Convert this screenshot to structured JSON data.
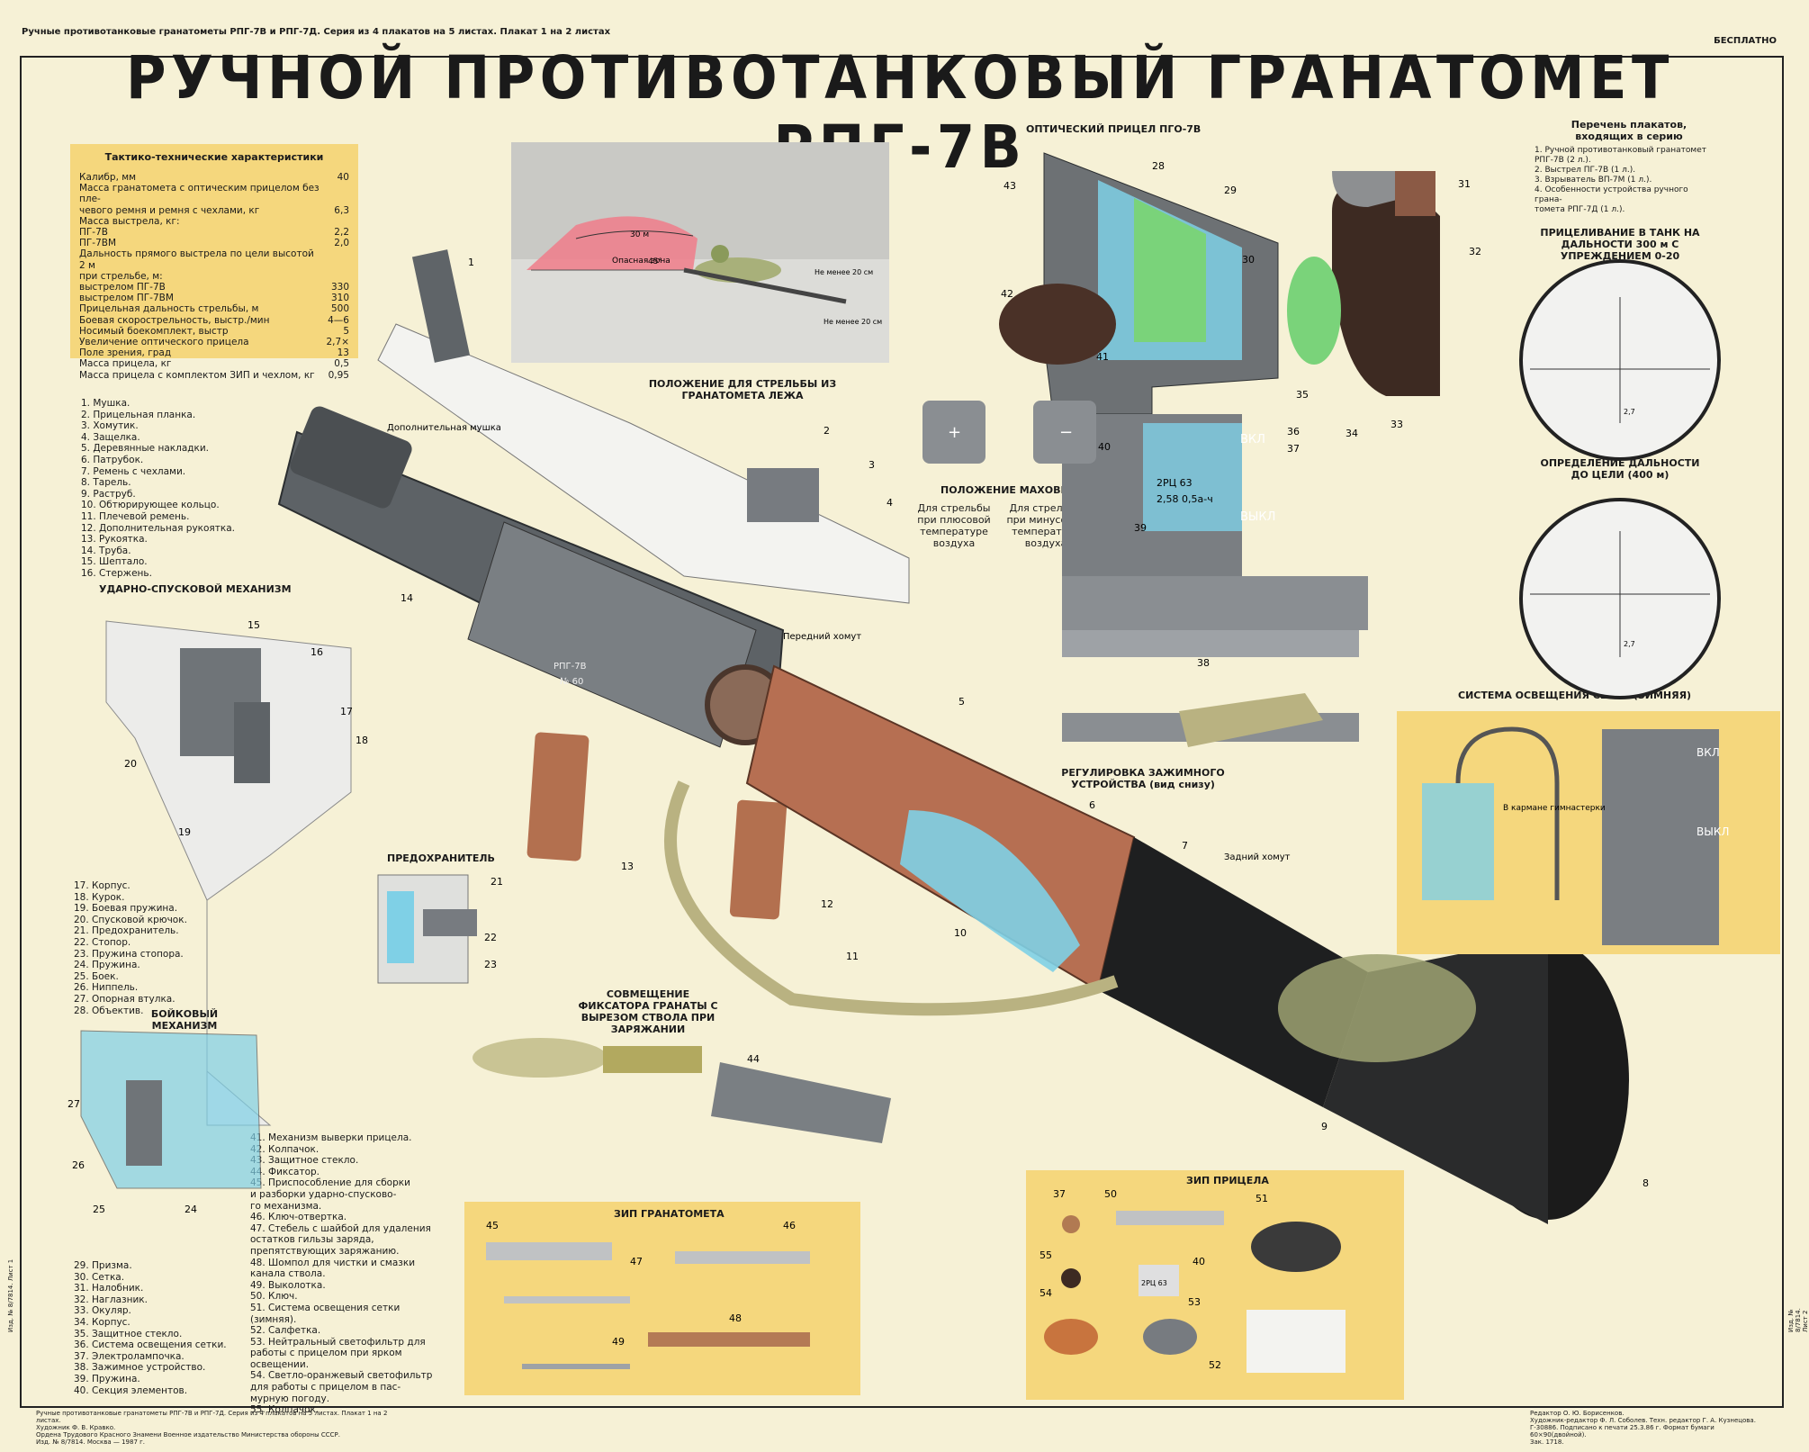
{
  "header": {
    "series": "Ручные противотанковые гранатометы РПГ-7В и РПГ-7Д. Серия из 4 плакатов на 5 листах. Плакат 1 на 2 листах",
    "price": "БЕСПЛАТНО",
    "title": "РУЧНОЙ ПРОТИВОТАНКОВЫЙ ГРАНАТОМЕТ РПГ-7В"
  },
  "specs": {
    "heading": "Тактико-технические характеристики",
    "rows": [
      {
        "label": "Калибр, мм",
        "value": "40"
      },
      {
        "label": "Масса гранатомета с оптическим прицелом без пле-",
        "value": ""
      },
      {
        "label": "чевого ремня и ремня с чехлами, кг",
        "value": "6,3"
      },
      {
        "label": "Масса выстрела, кг:",
        "value": ""
      },
      {
        "label": "ПГ-7В",
        "value": "2,2"
      },
      {
        "label": "ПГ-7ВМ",
        "value": "2,0"
      },
      {
        "label": "Дальность прямого выстрела по цели высотой 2 м",
        "value": ""
      },
      {
        "label": "при стрельбе, м:",
        "value": ""
      },
      {
        "label": "выстрелом ПГ-7В",
        "value": "330"
      },
      {
        "label": "выстрелом ПГ-7ВМ",
        "value": "310"
      },
      {
        "label": "Прицельная дальность стрельбы, м",
        "value": "500"
      },
      {
        "label": "Боевая скорострельность, выстр./мин",
        "value": "4—6"
      },
      {
        "label": "Носимый боекомплект, выстр",
        "value": "5"
      },
      {
        "label": "Увеличение оптического прицела",
        "value": "2,7×"
      },
      {
        "label": "Поле зрения, град",
        "value": "13"
      },
      {
        "label": "Масса прицела, кг",
        "value": "0,5"
      },
      {
        "label": "Масса прицела с комплектом ЗИП и чехлом, кг",
        "value": "0,95"
      }
    ]
  },
  "parts_a": [
    "1. Мушка.",
    "2. Прицельная планка.",
    "3. Хомутик.",
    "4. Защелка.",
    "5. Деревянные накладки.",
    "6. Патрубок.",
    "7. Ремень с чехлами.",
    "8. Тарель.",
    "9. Раструб.",
    "10. Обтюрирующее кольцо.",
    "11. Плечевой ремень.",
    "12. Дополнительная рукоятка.",
    "13. Рукоятка.",
    "14. Труба.",
    "15. Шептало.",
    "16. Стержень."
  ],
  "parts_b": [
    "17. Корпус.",
    "18. Курок.",
    "19. Боевая пружина.",
    "20. Спусковой крючок.",
    "21. Предохранитель.",
    "22. Стопор.",
    "23. Пружина стопора.",
    "24. Пружина.",
    "25. Боек.",
    "26. Ниппель.",
    "27. Опорная втулка.",
    "28. Объектив."
  ],
  "parts_c": [
    "29. Призма.",
    "30. Сетка.",
    "31. Налобник.",
    "32. Наглазник.",
    "33. Окуляр.",
    "34. Корпус.",
    "35. Защитное стекло.",
    "36. Система освещения сетки.",
    "37. Электролампочка.",
    "38. Зажимное устройство.",
    "39. Пружина.",
    "40. Секция элементов."
  ],
  "parts_d": [
    "41. Механизм выверки прицела.",
    "42. Колпачок.",
    "43. Защитное стекло.",
    "44. Фиксатор.",
    "45. Приспособление для сборки",
    "и разборки ударно-спусково-",
    "го механизма.",
    "46. Ключ-отвертка.",
    "47. Стебель с шайбой для удаления",
    "остатков гильзы заряда,",
    "препятствующих заряжанию.",
    "48. Шомпол для чистки и смазки",
    "канала ствола.",
    "49. Выколотка.",
    "50. Ключ.",
    "51. Система освещения сетки",
    "(зимняя).",
    "52. Салфетка.",
    "53. Нейтральный светофильтр для",
    "работы с прицелом при ярком",
    "освещении.",
    "54. Светло-оранжевый светофильтр",
    "для работы с прицелом в пас-",
    "мурную погоду.",
    "55. Колпачок."
  ],
  "plakaty": {
    "heading": "Перечень плакатов, входящих в серию",
    "items": [
      "1. Ручной противотанковый гранатомет РПГ-7В (2 л.).",
      "2. Выстрел ПГ-7В (1 л.).",
      "3. Взрыватель ВП-7М (1 л.).",
      "4. Особенности устройства ручного грана-",
      "томета РПГ-7Д (1 л.)."
    ]
  },
  "sections": {
    "optical_sight": "ОПТИЧЕСКИЙ ПРИЦЕЛ ПГО-7В",
    "prone": "ПОЛОЖЕНИЕ ДЛЯ СТРЕЛЬБЫ ИЗ ГРАНАТОМЕТА ЛЕЖА",
    "trigger": "УДАРНО-СПУСКОВОЙ МЕХАНИЗМ",
    "safety": "ПРЕДОХРАНИТЕЛЬ",
    "firing_pin": "БОЙКОВЫЙ МЕХАНИЗМ",
    "align": "СОВМЕЩЕНИЕ ФИКСАТОРА ГРАНАТЫ С ВЫРЕЗОМ СТВОЛА ПРИ ЗАРЯЖАНИИ",
    "zip_launcher": "ЗИП ГРАНАТОМЕТА",
    "zip_sight": "ЗИП ПРИЦЕЛА",
    "clamp": "РЕГУЛИРОВКА ЗАЖИМНОГО УСТРОЙСТВА (вид снизу)",
    "illum": "СИСТЕМА ОСВЕЩЕНИЯ СЕТКИ (ЗИМНЯЯ)",
    "flywheel": "ПОЛОЖЕНИЕ МАХОВИЧКА",
    "plus_temp": "Для стрельбы при плюсовой температуре воздуха",
    "minus_temp": "Для стрельбы при минусовой температуре воздуха",
    "reticle1": "ПРИЦЕЛИВАНИЕ В ТАНК НА ДАЛЬНОСТИ 300 м С УПРЕЖДЕНИЕМ 0-20",
    "reticle2": "ОПРЕДЕЛЕНИЕ ДАЛЬНОСТИ ДО ЦЕЛИ (400 м)"
  },
  "callouts": {
    "extra_sight": "Дополнительная мушка",
    "front_clamp": "Передний хомут",
    "rear_clamp": "Задний хомут",
    "danger_zone": "Опасная зона",
    "dist30": "30 м",
    "angle45": "45°",
    "min20a": "Не менее 20 см",
    "min20b": "Не менее 20 см",
    "vkl": "ВКЛ",
    "vykl": "ВЫКЛ",
    "battery_a": "2РЦ 63",
    "battery_b": "2,58 0,5а-ч",
    "pocket": "В кармане гимнастерки",
    "rpg_mark": "РПГ-7В",
    "rpg_num": "№ 60",
    "plus_sign": "+",
    "minus_sign": "−",
    "reticle_mark": "2,7",
    "zip_battery": "2РЦ 63"
  },
  "footer": {
    "left": [
      "Ручные противотанковые гранатометы РПГ-7В и РПГ-7Д. Серия из 4 плакатов на 5 листах. Плакат 1 на 2 листах.",
      "Художник Ф. В. Кравко.",
      "Ордена Трудового Красного Знамени Военное издательство Министерства обороны СССР.",
      "Изд. № 8/7814. Москва — 1987 г."
    ],
    "right": [
      "Редактор О. Ю. Борисенков.",
      "Художник-редактор Ф. Л. Соболев. Техн. редактор Г. А. Кузнецова.",
      "Г-30886. Подписано к печати 25.3.86 г. Формат бумаги 60×90(двойной).",
      "Зак. 1718."
    ],
    "side_left": "Изд. № 8/7814. Лист 1",
    "side_right": "Изд. № 8/7814. Лист 2"
  },
  "colors": {
    "background": "#f6f1d6",
    "panel": "#f5d77d",
    "steel": "#6e7276",
    "wood": "#b66f52",
    "section": "#7fd0e6",
    "glass": "#7ad37a"
  }
}
